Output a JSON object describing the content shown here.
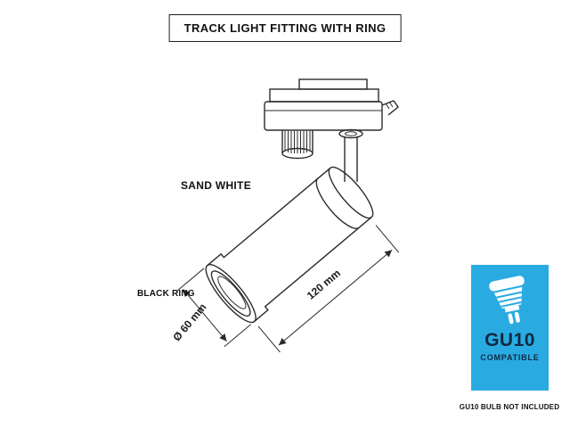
{
  "title": "TRACK LIGHT FITTING WITH RING",
  "labels": {
    "finish": "SAND WHITE",
    "ring": "BLACK RING"
  },
  "dimensions": {
    "diameter": "Ø 60 mm",
    "length": "120 mm"
  },
  "badge": {
    "line1": "GU10",
    "line2": "COMPATIBLE",
    "color": "#29ABE2",
    "text_color": "#12293F",
    "icon": "gu10-bulb-icon"
  },
  "footnote": "GU10 BULB NOT INCLUDED",
  "drawing": {
    "subject": "track light spotlight with track adapter",
    "line_color": "#2B2B2B"
  }
}
